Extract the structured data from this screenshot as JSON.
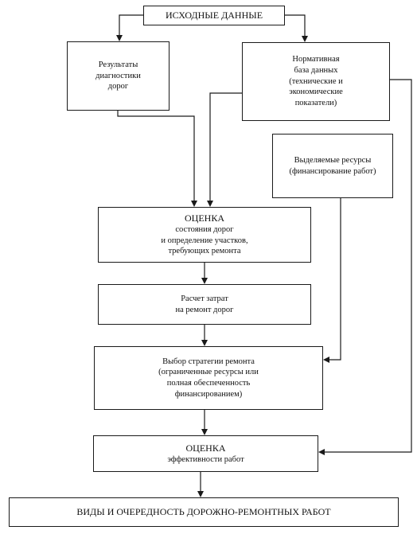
{
  "nodes": {
    "source": {
      "lines": [
        "ИСХОДНЫЕ ДАННЫЕ"
      ]
    },
    "diagnostics": {
      "lines": [
        "Результаты",
        "диагностики",
        "дорог"
      ]
    },
    "normative": {
      "lines": [
        "Нормативная",
        "база данных",
        "(технические и",
        "экономические",
        "показатели)"
      ]
    },
    "resources": {
      "lines": [
        "Выделяемые ресурсы",
        "(финансирование работ)"
      ]
    },
    "assessment": {
      "lines": [
        "ОЦЕНКА",
        "состояния дорог",
        "и определение участков,",
        "требующих ремонта"
      ]
    },
    "cost": {
      "lines": [
        "Расчет затрат",
        "на ремонт дорог"
      ]
    },
    "strategy": {
      "lines": [
        "Выбор стратегии ремонта",
        "(ограниченные ресурсы или",
        "полная обеспеченность",
        "финансированием)"
      ]
    },
    "efficiency": {
      "lines": [
        "ОЦЕНКА",
        "эффективности работ"
      ]
    },
    "result": {
      "lines": [
        "ВИДЫ И ОЧЕРЕДНОСТЬ ДОРОЖНО-РЕМОНТНЫХ РАБОТ"
      ]
    }
  }
}
